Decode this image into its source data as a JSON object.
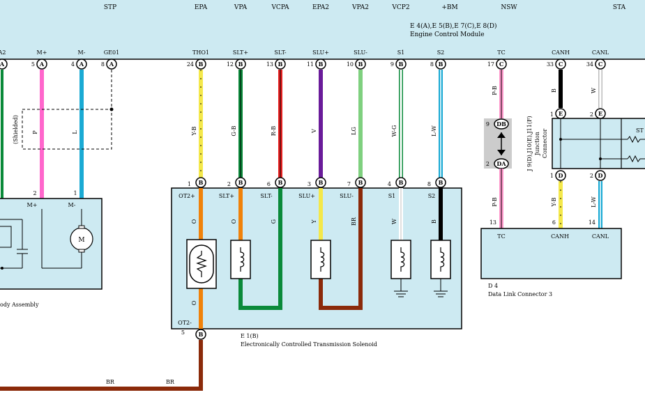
{
  "ecm": {
    "top_labels": [
      "STP",
      "EPA",
      "VPA",
      "VCPA",
      "EPA2",
      "VPA2",
      "VCP2",
      "+BM",
      "NSW",
      "STA"
    ],
    "title_line1": "E 4(A),E 5(B),E 7(C),E 8(D)",
    "title_line2": "Engine Control Module",
    "terminals": [
      {
        "label": "A2",
        "pin": "",
        "conn": "A"
      },
      {
        "label": "M+",
        "pin": "5",
        "conn": "A"
      },
      {
        "label": "M-",
        "pin": "4",
        "conn": "A"
      },
      {
        "label": "GE01",
        "pin": "8",
        "conn": "A"
      },
      {
        "label": "THO1",
        "pin": "24",
        "conn": "B"
      },
      {
        "label": "SLT+",
        "pin": "12",
        "conn": "B"
      },
      {
        "label": "SLT-",
        "pin": "13",
        "conn": "B"
      },
      {
        "label": "SLU+",
        "pin": "11",
        "conn": "B"
      },
      {
        "label": "SLU-",
        "pin": "10",
        "conn": "B"
      },
      {
        "label": "S1",
        "pin": "9",
        "conn": "B"
      },
      {
        "label": "S2",
        "pin": "8",
        "conn": "B"
      },
      {
        "label": "TC",
        "pin": "17",
        "conn": "C"
      },
      {
        "label": "CANH",
        "pin": "33",
        "conn": "C"
      },
      {
        "label": "CANL",
        "pin": "34",
        "conn": "C"
      }
    ]
  },
  "wires": {
    "p": "P",
    "l": "L",
    "shielded": "(Shielded)",
    "yb": "Y-B",
    "gb": "G-B",
    "rb": "R-B",
    "v": "V",
    "lg": "LG",
    "wg": "W-G",
    "lw": "L-W",
    "pb": "P-B",
    "b": "B",
    "w": "W",
    "o1": "O",
    "o2": "O",
    "g": "G",
    "y": "Y",
    "br": "BR",
    "w2": "W",
    "b2": "B",
    "o3": "O",
    "br_bottom1": "BR",
    "br_bottom2": "BR",
    "pb2": "P-B",
    "yb2": "Y-B",
    "lw2": "L-W"
  },
  "throttle": {
    "pin2": "2",
    "pin1": "1",
    "term1": "M+",
    "term2": "M-",
    "motor": "M",
    "caption": "ody Assembly"
  },
  "solenoid": {
    "pins": [
      {
        "pin": "1",
        "conn": "B"
      },
      {
        "pin": "2",
        "conn": "B"
      },
      {
        "pin": "6",
        "conn": "B"
      },
      {
        "pin": "3",
        "conn": "B"
      },
      {
        "pin": "7",
        "conn": "B"
      },
      {
        "pin": "4",
        "conn": "B"
      },
      {
        "pin": "8",
        "conn": "B"
      }
    ],
    "terms": [
      "OT2+",
      "SLT+",
      "SLT-",
      "SLU+",
      "SLU-",
      "S1",
      "S2"
    ],
    "bottom_term": "OT2-",
    "bottom_pin": "5",
    "bottom_conn": "B",
    "caption1": "E 1(B)",
    "caption2": "Electronically Controlled Transmission Solenoid"
  },
  "junction": {
    "db_pin": "9",
    "db_label": "DB",
    "da_pin": "2",
    "da_label": "DA"
  },
  "jconn": {
    "e1_pin": "1",
    "e1_conn": "E",
    "e2_pin": "2",
    "e2_conn": "E",
    "d1_pin": "1",
    "d1_conn": "D",
    "d2_pin": "2",
    "d2_conn": "D",
    "label1": "J 9(D),J10(E),J11(F)",
    "label2": "Junction",
    "label3": "Connector",
    "st": "ST"
  },
  "dlc": {
    "pins": [
      "13",
      "6",
      "14"
    ],
    "terms": [
      "TC",
      "CANH",
      "CANL"
    ],
    "caption1": "D 4",
    "caption2": "Data Link Connector 3"
  }
}
